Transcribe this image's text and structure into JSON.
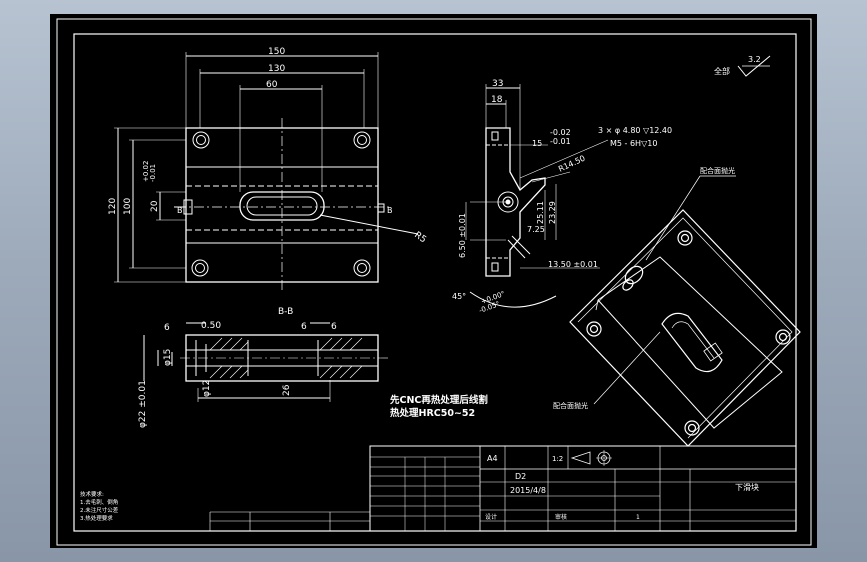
{
  "colors": {
    "background": "#000000",
    "line": "#ffffff",
    "accent": "#e8e8e8",
    "frame_outer": "#a7b3c2"
  },
  "dims": {
    "top_150": "150",
    "top_130": "130",
    "top_60": "60",
    "left_120": "120",
    "left_100": "100",
    "left_20": "20",
    "left_002": "+0.02",
    "left_001": "-0.01",
    "r5": "R5",
    "side_33": "33",
    "side_18": "18",
    "side_15": "15",
    "tol_002": "-0.02",
    "tol_001": "-0.01",
    "hole_note": "3 × φ 4.80 ▽12.40",
    "thread_note": "M5 - 6H▽10",
    "r14": "R14.50",
    "d25": "25.11",
    "d23": "23.29",
    "d725": "7.25",
    "d650": "6.50 ±0.01",
    "d1350": "13.50 ±0.01",
    "angle45": "45°",
    "ang_tol_plus": "+0.00°",
    "ang_tol_minus": "-0.05°",
    "section_label": "B-B",
    "sec_6a": "6",
    "sec_050": "0.50",
    "sec_6b": "6",
    "sec_6c": "6",
    "sec_15": "φ15",
    "sec_12": "φ12",
    "sec_26": "26",
    "sec_22": "φ22 ±0.01"
  },
  "notes": {
    "heat_line1": "先CNC再热处理后线割",
    "heat_line2": "热处理HRC50~52",
    "roughness": "3.2",
    "roughness_label": "全部",
    "iso_label_top": "配合面抛光",
    "iso_label_bottom": "配合面抛光",
    "tech_title": "技术要求:",
    "tech_1": "1.去毛刺、倒角",
    "tech_2": "2.未注尺寸公差",
    "tech_3": "3.热处理要求"
  },
  "title_block": {
    "a4": "A4",
    "scale": "1:2",
    "material": "D2",
    "date": "2015/4/8",
    "part_name": "下滑块",
    "designer": "设计",
    "checker": "审核",
    "qty": "1"
  }
}
